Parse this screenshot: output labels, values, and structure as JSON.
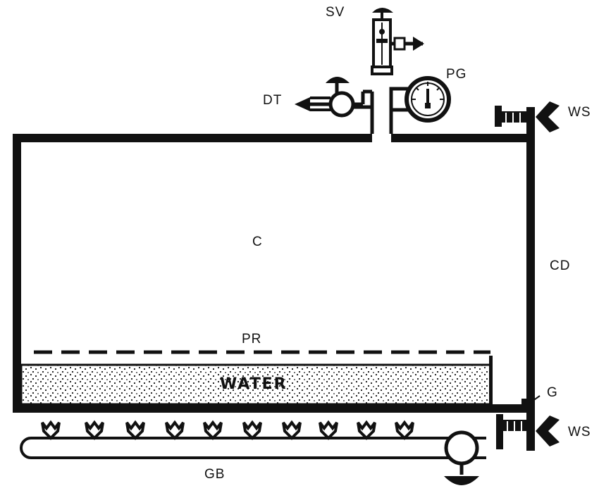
{
  "labels": {
    "sv": "SV",
    "pg": "PG",
    "dt": "DT",
    "ws_top": "WS",
    "ws_bottom": "WS",
    "c": "C",
    "cd": "CD",
    "pr": "PR",
    "water": "WATER",
    "g": "G",
    "gb": "GB"
  },
  "colors": {
    "ink": "#111111",
    "paper": "#ffffff"
  }
}
